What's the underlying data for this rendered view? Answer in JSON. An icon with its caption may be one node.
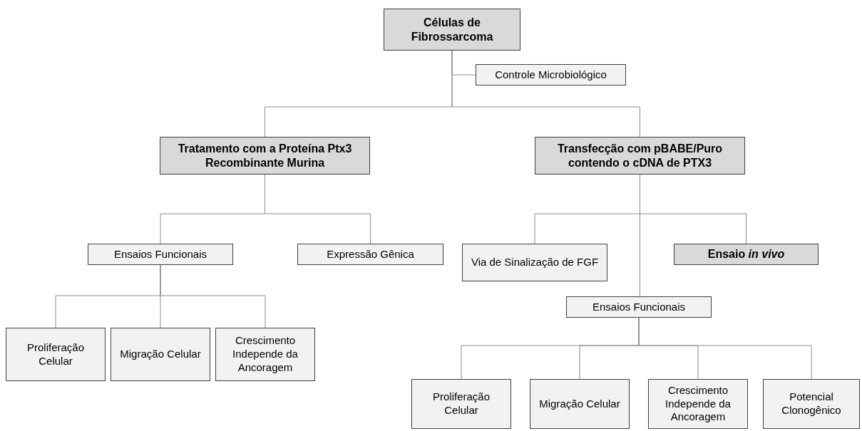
{
  "diagram": {
    "nodes": [
      {
        "text": [
          "Células de Fibrossarcoma"
        ]
      },
      {
        "text": [
          "Controle Microbiológico"
        ]
      },
      {
        "text": [
          "Tratamento com a Proteína Ptx3 Recombinante Murina"
        ]
      },
      {
        "text": [
          "Transfecção com pBABE/Puro contendo o cDNA de PTX3"
        ]
      },
      {
        "text": [
          "Ensaios Funcionais"
        ]
      },
      {
        "text": [
          "Expressão Gênica"
        ]
      },
      {
        "text": [
          "Via de Sinalização de FGF"
        ]
      },
      {
        "text": [
          "Ensaio *in vivo*"
        ]
      },
      {
        "text": [
          "Ensaios Funcionais"
        ]
      },
      {
        "text": [
          "Proliferação Celular"
        ]
      },
      {
        "text": [
          "Migração Celular"
        ]
      },
      {
        "text": [
          "Crescimento Independe da Ancoragem"
        ]
      },
      {
        "text": [
          "Proliferação Celular"
        ]
      },
      {
        "text": [
          "Migração Celular"
        ]
      },
      {
        "text": [
          "Crescimento Independe da Ancoragem"
        ]
      },
      {
        "text": [
          "Potencial Clonogênico"
        ]
      }
    ],
    "edges": [
      {
        "from": 0,
        "to": 1,
        "arrow": "none"
      },
      {
        "from": 0,
        "to": 2,
        "arrow": "none"
      },
      {
        "from": 0,
        "to": 3,
        "arrow": "none"
      },
      {
        "from": 2,
        "to": 4,
        "arrow": "none"
      },
      {
        "from": 2,
        "to": 5,
        "arrow": "none"
      },
      {
        "from": 3,
        "to": 6,
        "arrow": "none"
      },
      {
        "from": 3,
        "to": 7,
        "arrow": "none"
      },
      {
        "from": 3,
        "to": 8,
        "arrow": "none"
      },
      {
        "from": 4,
        "to": 9,
        "arrow": "none"
      },
      {
        "from": 4,
        "to": 10,
        "arrow": "none"
      },
      {
        "from": 4,
        "to": 11,
        "arrow": "none"
      },
      {
        "from": 8,
        "to": 12,
        "arrow": "none"
      },
      {
        "from": 8,
        "to": 13,
        "arrow": "none"
      },
      {
        "from": 8,
        "to": 14,
        "arrow": "none"
      },
      {
        "from": 8,
        "to": 15,
        "arrow": "none"
      }
    ]
  }
}
